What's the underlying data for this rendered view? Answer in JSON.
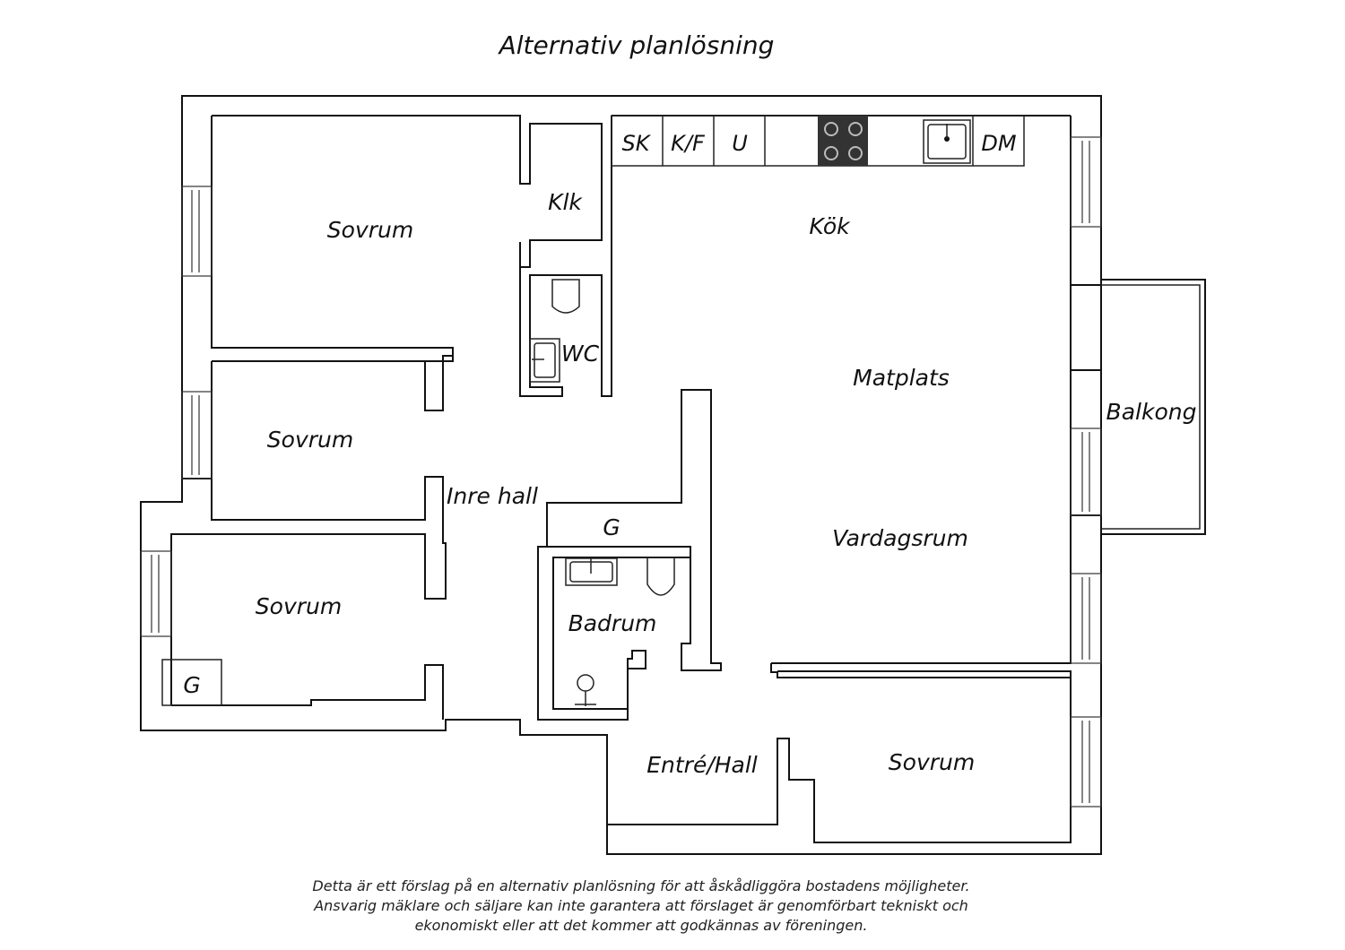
{
  "title": "Alternativ planlösning",
  "rooms": {
    "sovrum_nw": "Sovrum",
    "klk": "Klk",
    "wc": "WC",
    "kok": "Kök",
    "matplats": "Matplats",
    "balkong": "Balkong",
    "sovrum_w_mid": "Sovrum",
    "inre_hall": "Inre hall",
    "g_hall": "G",
    "vardagsrum": "Vardagsrum",
    "sovrum_sw": "Sovrum",
    "badrum": "Badrum",
    "g_sovrum": "G",
    "entre_hall": "Entré/Hall",
    "sovrum_se": "Sovrum"
  },
  "kitchen_units": {
    "sk": "SK",
    "kf": "K/F",
    "u": "U",
    "dm": "DM"
  },
  "icons": {
    "stove": "stove-icon",
    "sink": "sink-icon",
    "toilet": "toilet-icon",
    "washbasin": "washbasin-icon",
    "shower": "shower-icon",
    "window": "window-icon"
  },
  "colors": {
    "wall": "#111111",
    "stove": "#333333",
    "background": "#ffffff"
  },
  "disclaimer": {
    "line1": "Detta är ett förslag på en alternativ planlösning för att åskådliggöra bostadens möjligheter.",
    "line2": "Ansvarig mäklare och säljare kan inte garantera att förslaget är genomförbart tekniskt och",
    "line3": "ekonomiskt eller att det kommer att godkännas av föreningen."
  }
}
